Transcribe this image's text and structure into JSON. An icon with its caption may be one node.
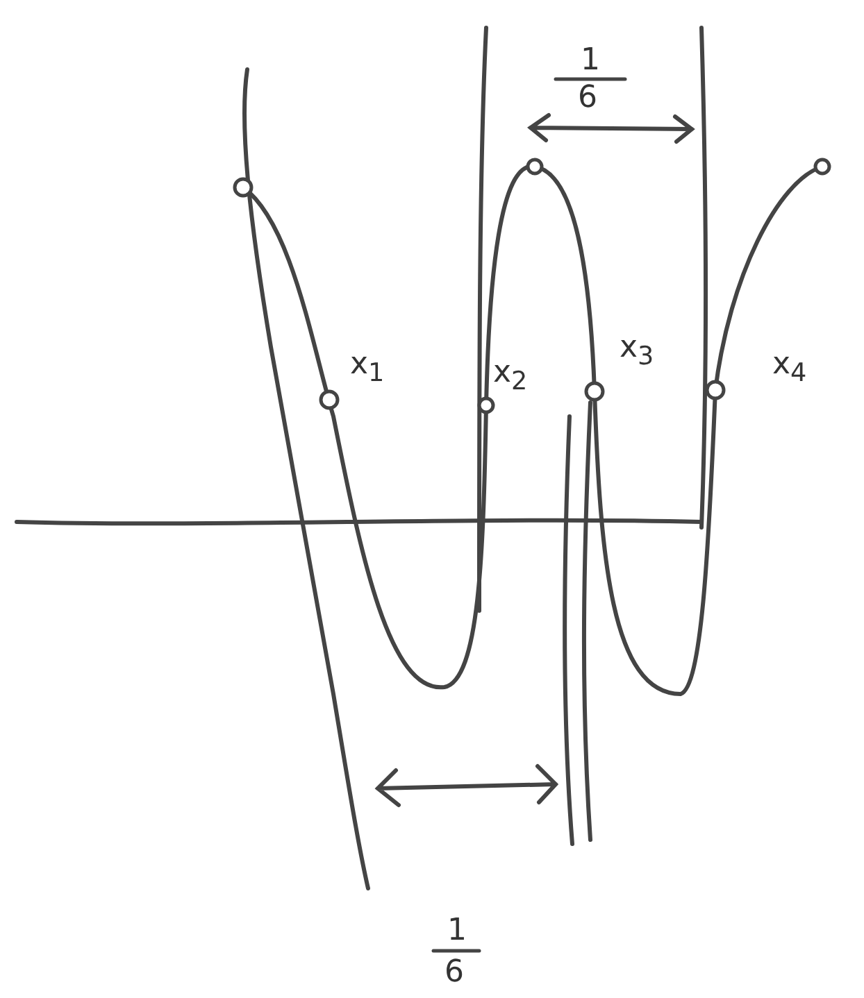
{
  "diagram": {
    "labels": [
      "1",
      "6",
      "x$_{1}$",
      "x$_{2}$",
      "x$_{3}$",
      "x$_{4}$",
      "1",
      "6"
    ]
  }
}
